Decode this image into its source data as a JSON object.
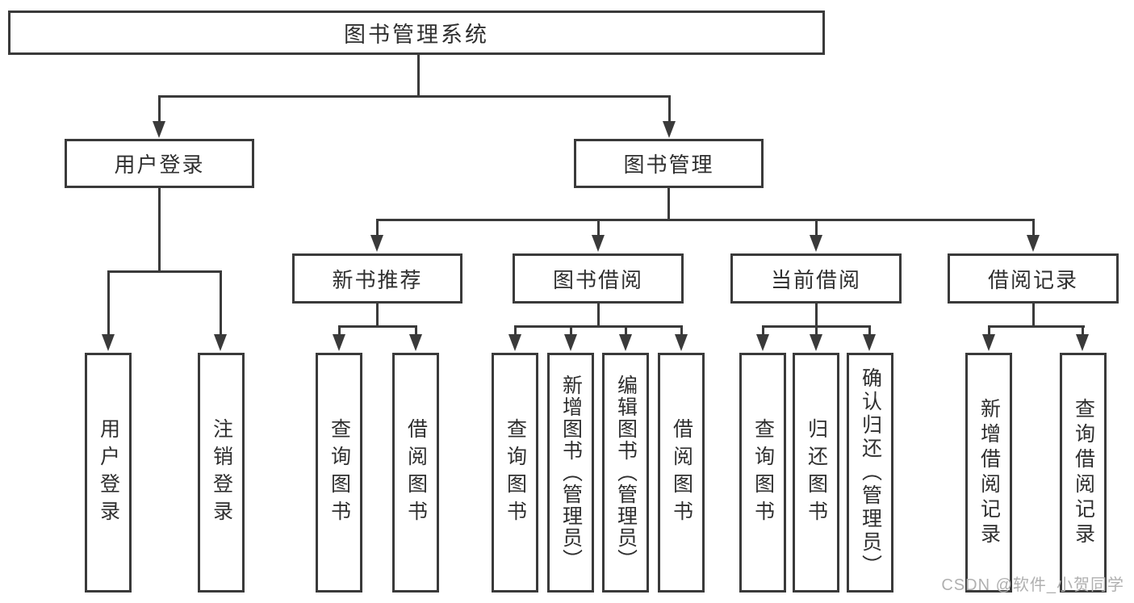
{
  "diagram": {
    "root": "图书管理系统",
    "level2": [
      "用户登录",
      "图书管理"
    ],
    "level3": [
      "新书推荐",
      "图书借阅",
      "当前借阅",
      "借阅记录"
    ],
    "level4": {
      "user_login": [
        "用户登录",
        "注销登录"
      ],
      "new_books": [
        "查询图书",
        "借阅图书"
      ],
      "book_borrowing": [
        "查询图书",
        "新增图书（管理员）",
        "编辑图书（管理员）",
        "借阅图书"
      ],
      "current_borrowing": [
        "查询图书",
        "归还图书",
        "确认归还（管理员）"
      ],
      "borrowing_records": [
        "新增借阅记录",
        "查询借阅记录"
      ]
    }
  },
  "watermark": "CSDN @软件_小贺同学",
  "colors": {
    "line": "#3a3a3a",
    "text": "#2f2f2f",
    "watermark": "#b0b0b0",
    "bg": "#ffffff"
  }
}
